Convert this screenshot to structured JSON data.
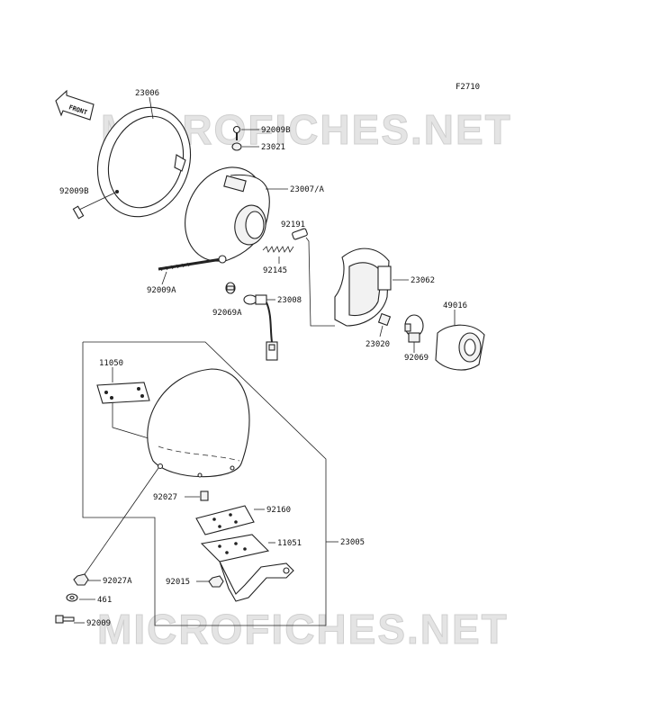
{
  "figure_code": "F2710",
  "front_arrow": "FRONT",
  "watermark": "MICROFICHES.NET",
  "parts": {
    "p23006": "23006",
    "p92009b_left": "92009B",
    "p92009b_top": "92009B",
    "p23021": "23021",
    "p23007a": "23007/A",
    "p92191": "92191",
    "p92145": "92145",
    "p92009a": "92009A",
    "p23062": "23062",
    "p23008": "23008",
    "p92069a": "92069A",
    "p49016": "49016",
    "p23020": "23020",
    "p92069": "92069",
    "p11050": "11050",
    "p92027": "92027",
    "p92160": "92160",
    "p23005": "23005",
    "p11051": "11051",
    "p92015": "92015",
    "p92027a": "92027A",
    "p461": "461",
    "p92009": "92009"
  }
}
